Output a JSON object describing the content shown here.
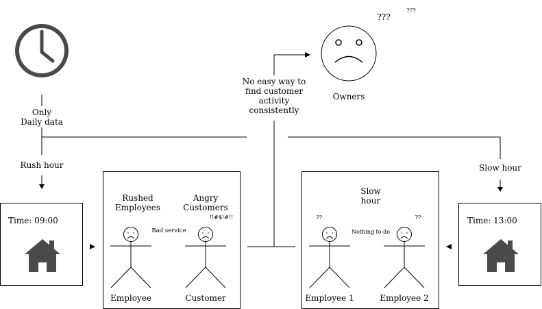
{
  "clock": {
    "icon": "clock-icon",
    "label": "Only\nDaily data"
  },
  "owners": {
    "icon": "sad-face-icon",
    "label": "Owners",
    "confusion_large": "???",
    "confusion_small": "???"
  },
  "center_note": "No easy way to\nfind customer\nactivity\nconsistently",
  "rush_hour": {
    "edge_label": "Rush hour",
    "time_label": "Time: 09:00",
    "icon": "home-icon",
    "box": {
      "left_title": "Rushed\nEmployees",
      "right_title": "Angry\nCustomers",
      "exclaim": "!!#$!#!!",
      "relation": "Bad service",
      "left_name": "Employee",
      "right_name": "Customer"
    }
  },
  "slow_hour": {
    "edge_label": "Slow hour",
    "time_label": "Time: 13:00",
    "icon": "home-icon",
    "box": {
      "title": "Slow\nhour",
      "relation": "Nothing to do",
      "left_q": "??",
      "right_q": "??",
      "left_name": "Employee 1",
      "right_name": "Employee 2"
    }
  },
  "colors": {
    "line": "#000000",
    "icon": "#4a4a4a"
  }
}
